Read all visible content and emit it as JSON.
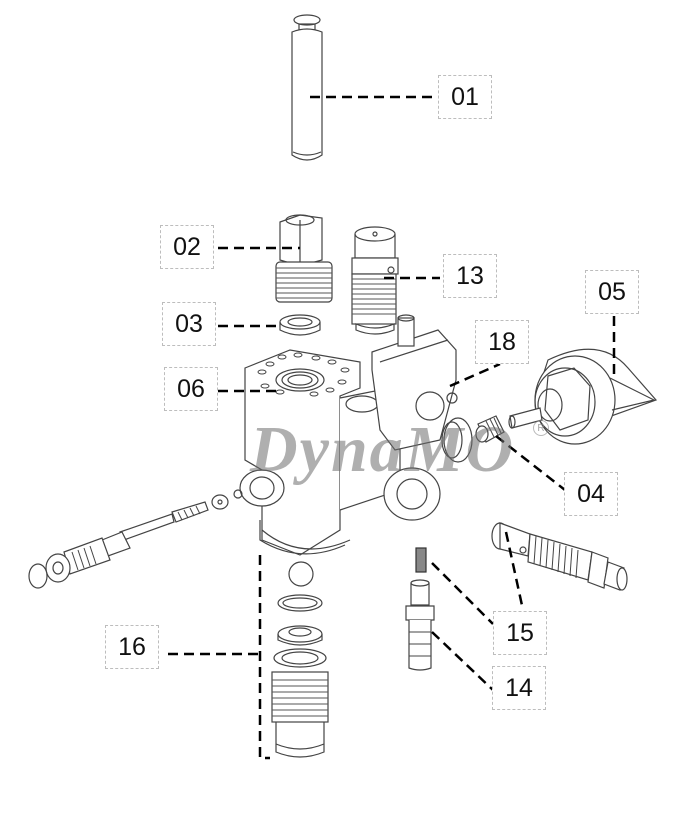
{
  "diagram": {
    "type": "exploded-parts-diagram",
    "watermark": "DynaMO",
    "watermark_mark": "R",
    "colors": {
      "line": "#000000",
      "part_outline": "#444444",
      "label_border": "#bdbdbd",
      "watermark": "#7a7a7a"
    },
    "callouts": [
      {
        "id": "01",
        "label": "01"
      },
      {
        "id": "02",
        "label": "02"
      },
      {
        "id": "03",
        "label": "03"
      },
      {
        "id": "04",
        "label": "04"
      },
      {
        "id": "05",
        "label": "05"
      },
      {
        "id": "06",
        "label": "06"
      },
      {
        "id": "13",
        "label": "13"
      },
      {
        "id": "14",
        "label": "14"
      },
      {
        "id": "15",
        "label": "15"
      },
      {
        "id": "16",
        "label": "16"
      },
      {
        "id": "18",
        "label": "18"
      }
    ]
  }
}
